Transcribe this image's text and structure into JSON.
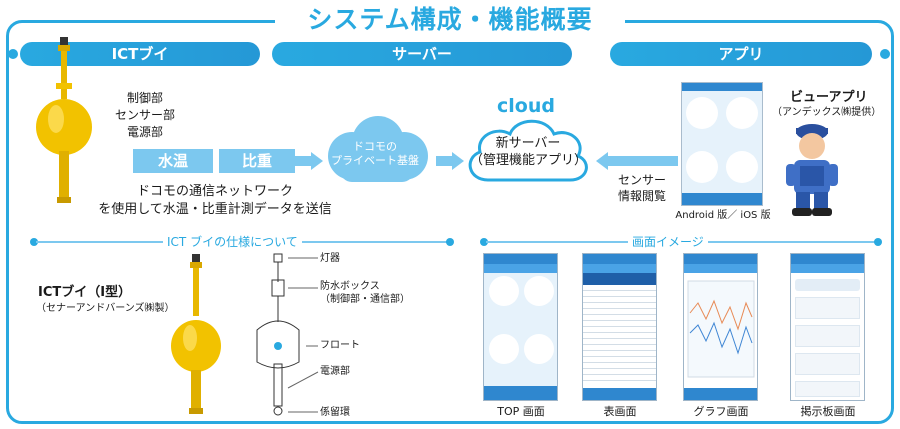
{
  "title": "システム構成・機能概要",
  "sections": {
    "ict": "ICTブイ",
    "server": "サーバー",
    "app": "アプリ"
  },
  "buoy": {
    "parts": [
      "制御部",
      "センサー部",
      "電源部"
    ],
    "tag_water_temp": "水温",
    "tag_specific_gravity": "比重",
    "network_line1": "ドコモの通信ネットワーク",
    "network_line2": "を使用して水温・比重計測データを送信"
  },
  "cloud_docomo": {
    "line1": "ドコモの",
    "line2": "プライベート基盤"
  },
  "cloud_server": {
    "word": "cloud",
    "line1": "新サーバー",
    "line2": "（管理機能アプリ）"
  },
  "sensor_view": {
    "line1": "センサー",
    "line2": "情報閲覧"
  },
  "viewer_app": {
    "name": "ビューアプリ",
    "provider": "（アンデックス㈱提供）",
    "platforms": "Android 版／ iOS 版"
  },
  "spec": {
    "heading": "ICT ブイの仕様について",
    "model_line1": "ICTブイ（Ⅰ型）",
    "model_line2": "（セナーアンドバーンズ㈱製）",
    "labels": {
      "light": "灯器",
      "box": "防水ボックス",
      "box_sub": "（制御部・通信部）",
      "float": "フロート",
      "power": "電源部",
      "mooring": "係留環"
    }
  },
  "screens": {
    "heading": "画面イメージ",
    "captions": [
      "TOP 画面",
      "表画面",
      "グラフ画面",
      "掲示板画面"
    ]
  },
  "colors": {
    "accent": "#29a9e0",
    "buoy_yellow": "#f2c200",
    "light_blue": "#7cc8ef"
  }
}
